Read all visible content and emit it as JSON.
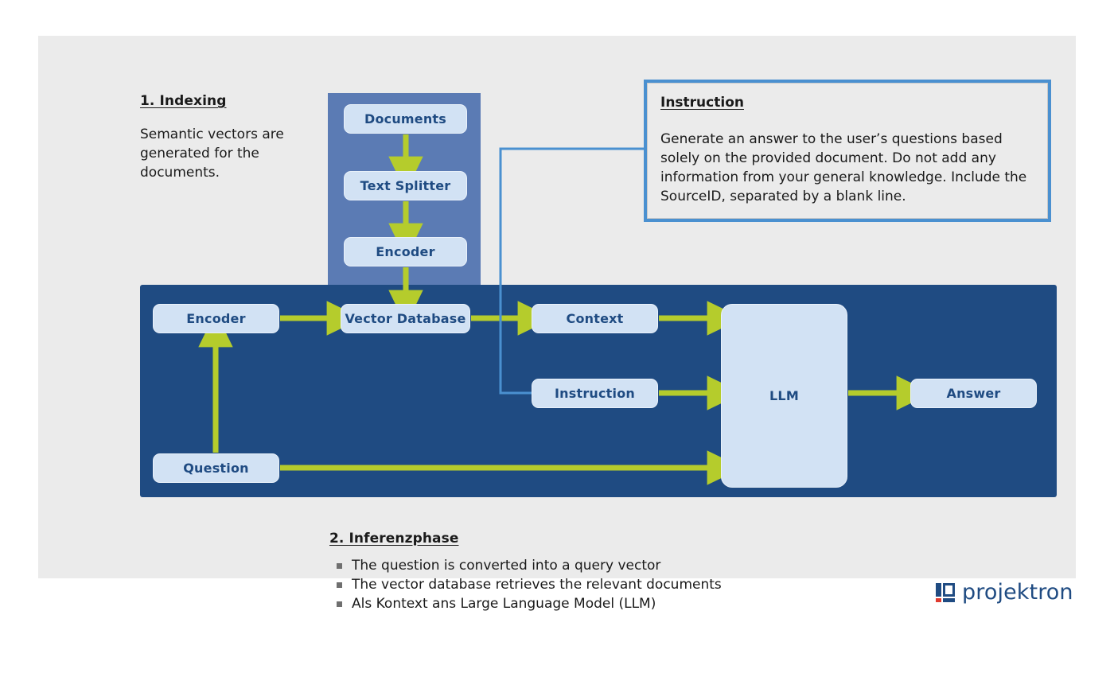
{
  "slide": {
    "background": "#ebebeb",
    "accent_dark": "#1f4b82",
    "accent_mid": "#5b7bb4",
    "accent_light": "#d2e2f4",
    "accent_green": "#b5cc2c",
    "accent_blue_line": "#4a90d0"
  },
  "indexing": {
    "title": "1. Indexing",
    "description": "Semantic vectors are generated for the documents.",
    "nodes": [
      {
        "id": "documents",
        "label": "Documents"
      },
      {
        "id": "text-splitter",
        "label": "Text Splitter"
      },
      {
        "id": "encoder",
        "label": "Encoder"
      }
    ]
  },
  "inference": {
    "title": "2. Inferenzphase",
    "bullets": [
      "The question is converted into a query vector",
      "The vector database retrieves the relevant documents",
      "Als Kontext ans Large Language Model (LLM)"
    ],
    "nodes": [
      {
        "id": "encoder",
        "label": "Encoder"
      },
      {
        "id": "vector-database",
        "label": "Vector Database"
      },
      {
        "id": "context",
        "label": "Context"
      },
      {
        "id": "instruction",
        "label": "Instruction"
      },
      {
        "id": "llm",
        "label": "LLM"
      },
      {
        "id": "answer",
        "label": "Answer"
      },
      {
        "id": "question",
        "label": "Question"
      }
    ]
  },
  "instruction_callout": {
    "heading": "Instruction",
    "body": "Generate an answer to the user’s questions based solely on the provided document. Do not add any information from your general knowledge. Include the SourceID, separated by a blank line."
  },
  "logo": {
    "text": "projektron",
    "mark_colors": {
      "blue": "#1f4b82",
      "red": "#e03a2f"
    }
  }
}
